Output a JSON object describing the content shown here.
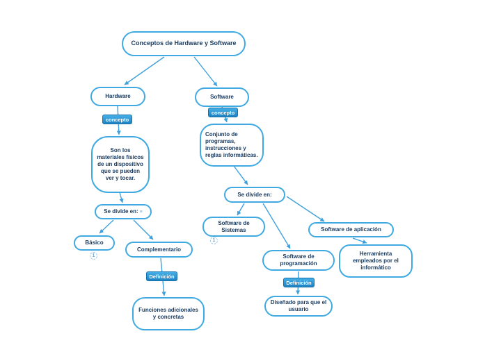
{
  "colors": {
    "node_border": "#3fa9e1",
    "node_text": "#17395f",
    "chip_background": "#1f8ccb",
    "chip_text": "#ffffff",
    "arrow": "#3fa0dd",
    "background": "#ffffff"
  },
  "nodes": {
    "root": {
      "label": "Conceptos de Hardware y Software"
    },
    "hardware": {
      "label": "Hardware"
    },
    "software": {
      "label": "Software"
    },
    "hardware_concept_chip": {
      "label": "concepto"
    },
    "software_concept_chip": {
      "label": "concepto"
    },
    "hardware_definition": {
      "label": "Son los materiales físicos de un dispositivo que se pueden ver y tocar."
    },
    "software_definition": {
      "label": "Conjunto de programas, instrucciones y reglas informáticas."
    },
    "hardware_divide": {
      "label": "Se divide en:"
    },
    "software_divide": {
      "label": "Se divide en:"
    },
    "basico": {
      "label": "Básico"
    },
    "complementario": {
      "label": "Complementario"
    },
    "complementario_definition_chip": {
      "label": "Definición"
    },
    "funciones": {
      "label": "Funciones adicionales y concretas"
    },
    "software_sistemas": {
      "label": "Software de Sistemas"
    },
    "software_aplicacion": {
      "label": "Software de aplicación"
    },
    "software_programacion": {
      "label": "Software de programación"
    },
    "herramienta": {
      "label": "Herramienta empleados por el informático"
    },
    "programacion_definition_chip": {
      "label": "Definición"
    },
    "disenado": {
      "label": "Diseñado para que el usuario"
    }
  },
  "badges": {
    "basico": "1",
    "sistemas": "1"
  },
  "icons": {
    "notes": "≡"
  }
}
